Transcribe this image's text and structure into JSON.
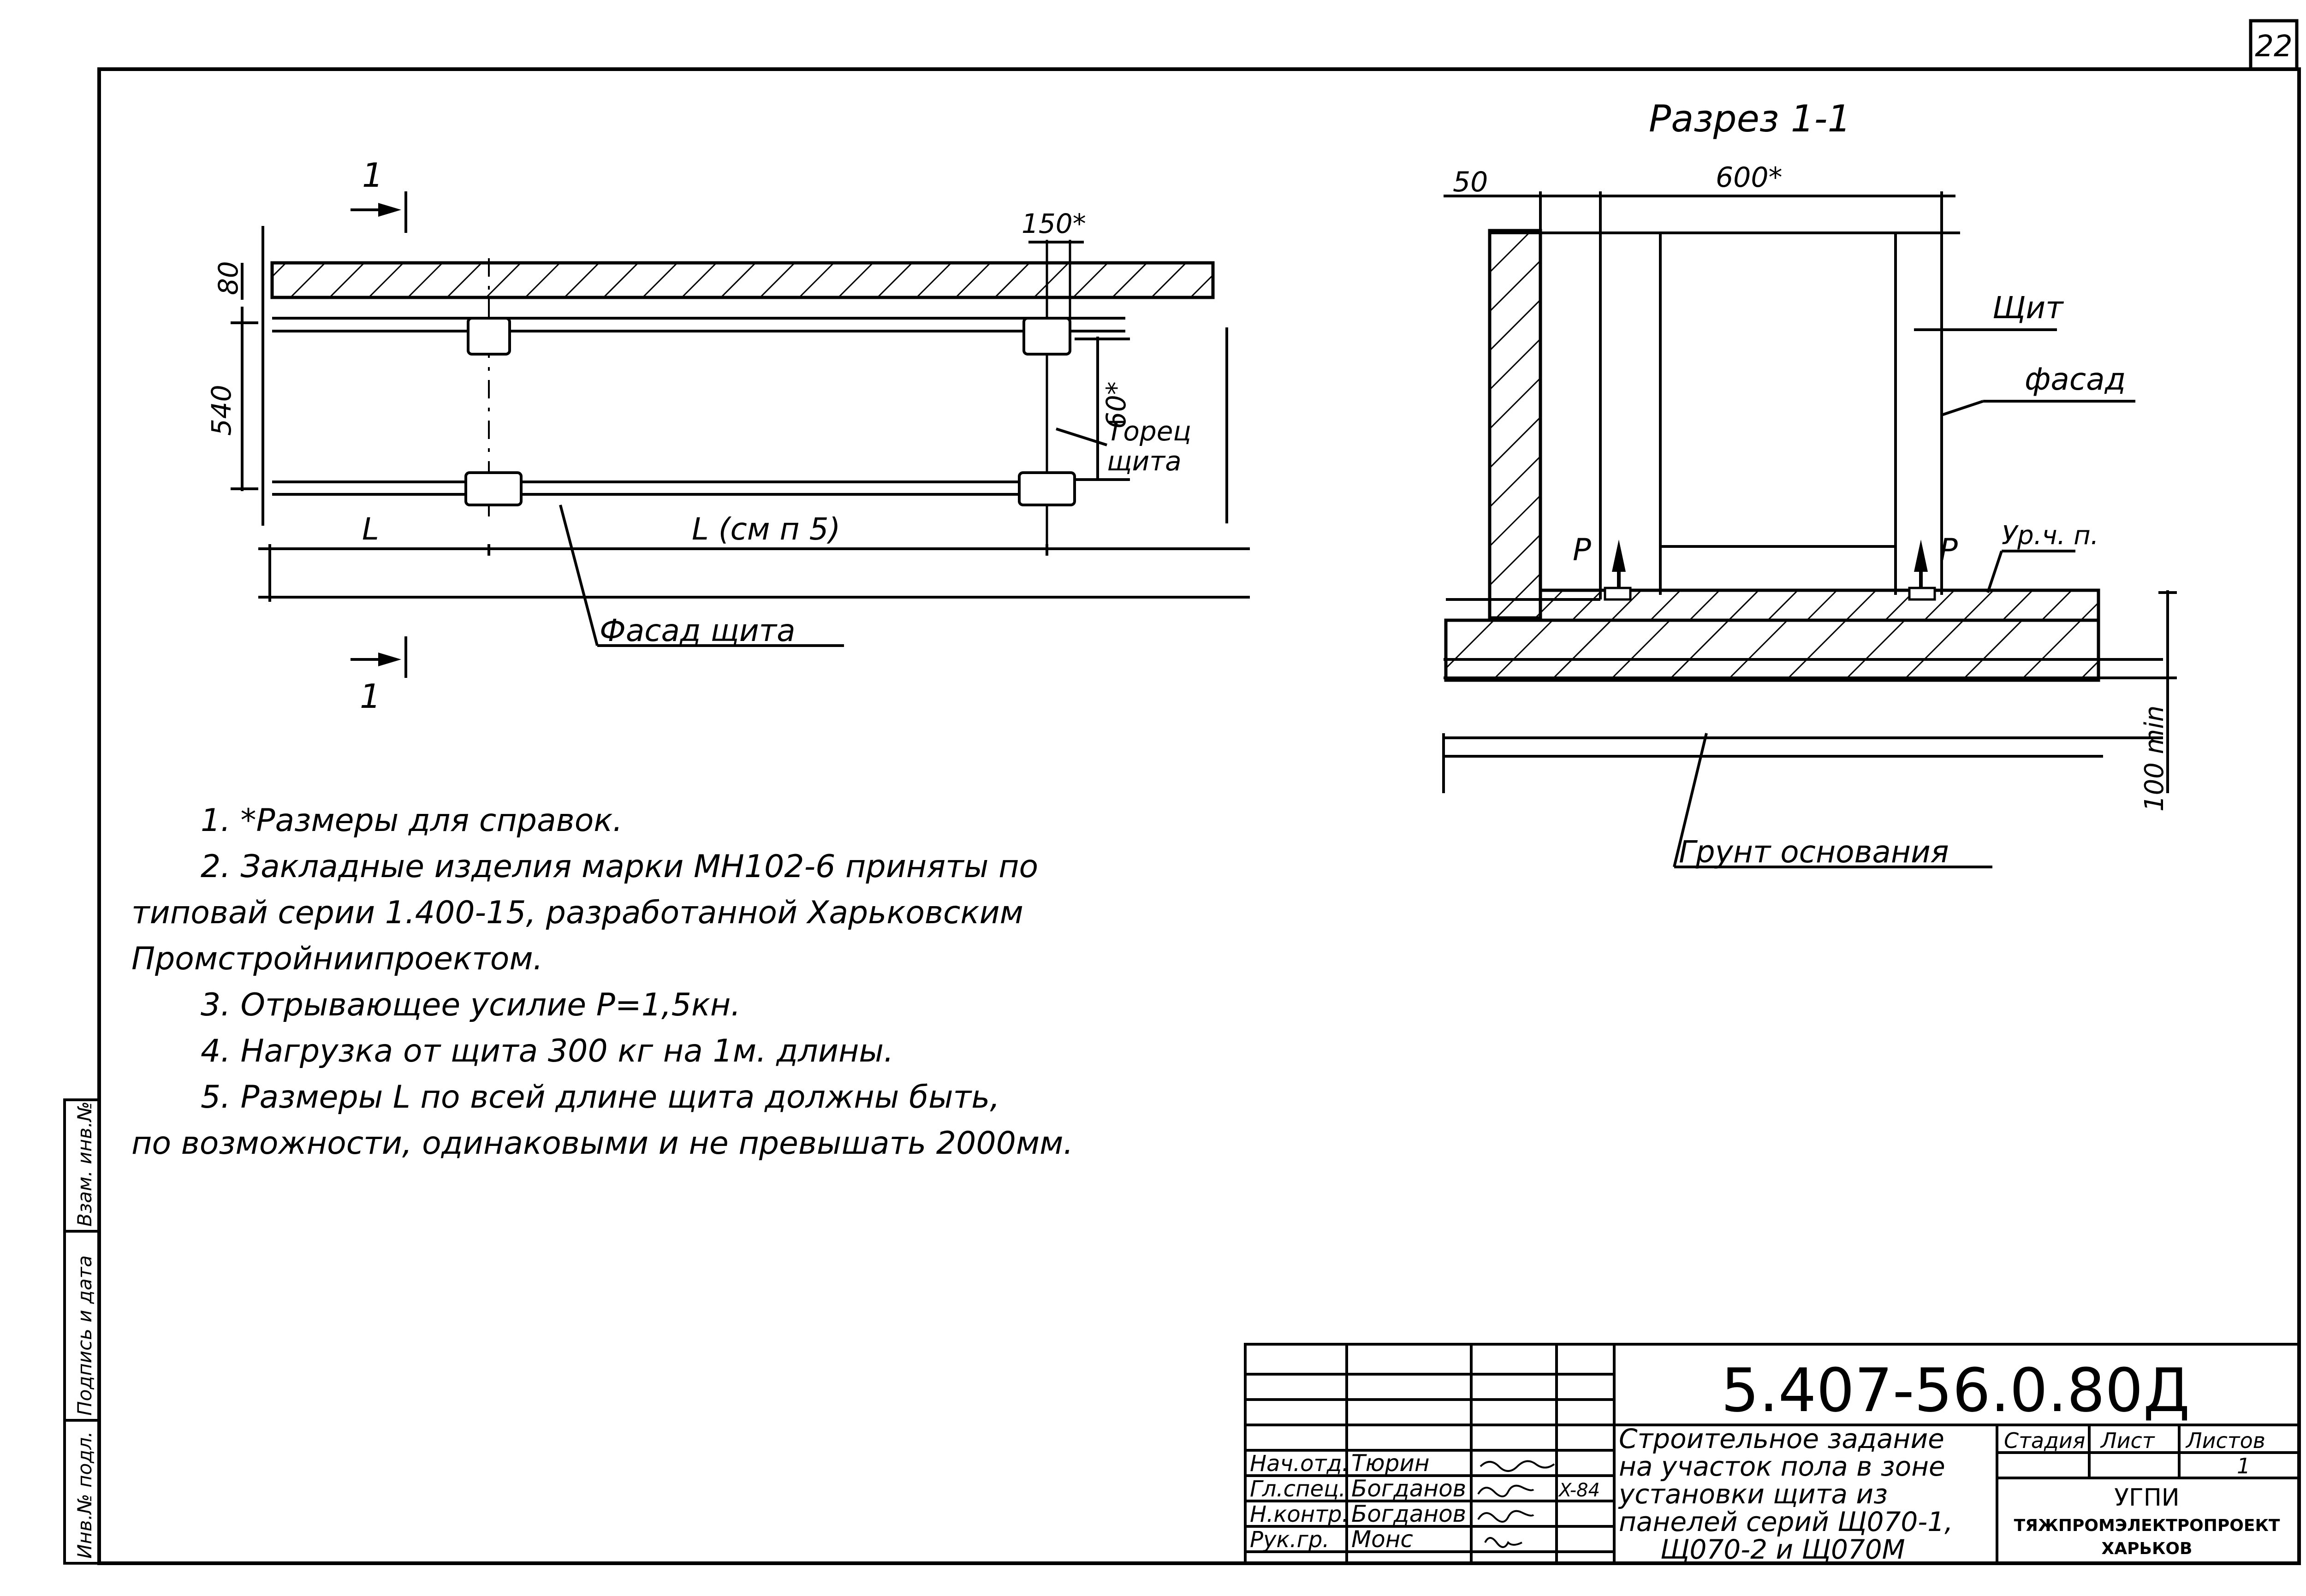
{
  "page_number": "22",
  "section_title": "Разрез 1-1",
  "plan": {
    "cut_mark": "1",
    "dim_top": "80",
    "dim_height": "540",
    "dim_anchor_width": "150*",
    "dim_anchor_offset": "60*",
    "torets_label_line1": "Торец",
    "torets_label_line2": "щита",
    "dim_L": "L",
    "dim_L_ref": "L (см п 5)",
    "facade_label": "Фасад щита"
  },
  "section": {
    "dim_wall": "50",
    "dim_shield": "600*",
    "shield_label": "Щит",
    "facade_label": "фасад",
    "force_left": "P",
    "force_right": "P",
    "floor_level": "Ур.ч. п.",
    "min_thickness": "100 min",
    "ground_label": "Грунт основания"
  },
  "notes": [
    "1. *Размеры для справок.",
    "2. Закладные изделия марки МН102-6 приняты по",
    "типовай серии 1.400-15, разработанной Харьковским",
    "Промстройниипроектом.",
    "3. Отрывающее усилие Р=1,5кн.",
    "4. Нагрузка от щита 300 кг на 1м. длины.",
    "5. Размеры L по всей длине щита должны быть,",
    "по возможности, одинаковыми и не превышать 2000мм."
  ],
  "side_stamp": [
    "Инв.№ подл.",
    "Подпись и дата",
    "Взам. инв.№"
  ],
  "title_block": {
    "code": "5.407-56.0.80Д",
    "roles": [
      "Нач.отд.",
      "Гл.спец.",
      "Н.контр.",
      "Рук.гр."
    ],
    "names": [
      "Тюрин",
      "Богданов",
      "Богданов",
      "Монс"
    ],
    "date": "X-84",
    "description": [
      "Строительное задание",
      "на участок пола в зоне",
      "установки щита из",
      "панелей серий Щ070-1,",
      "Щ070-2 и Щ070М"
    ],
    "stage_header": "Стадия",
    "sheet_header": "Лист",
    "sheets_header": "Листов",
    "sheet_value": "1",
    "org_line1": "УГПИ",
    "org_line2": "ТЯЖПРОМЭЛЕКТРОПРОЕКТ",
    "org_line3": "ХАРЬКОВ"
  }
}
